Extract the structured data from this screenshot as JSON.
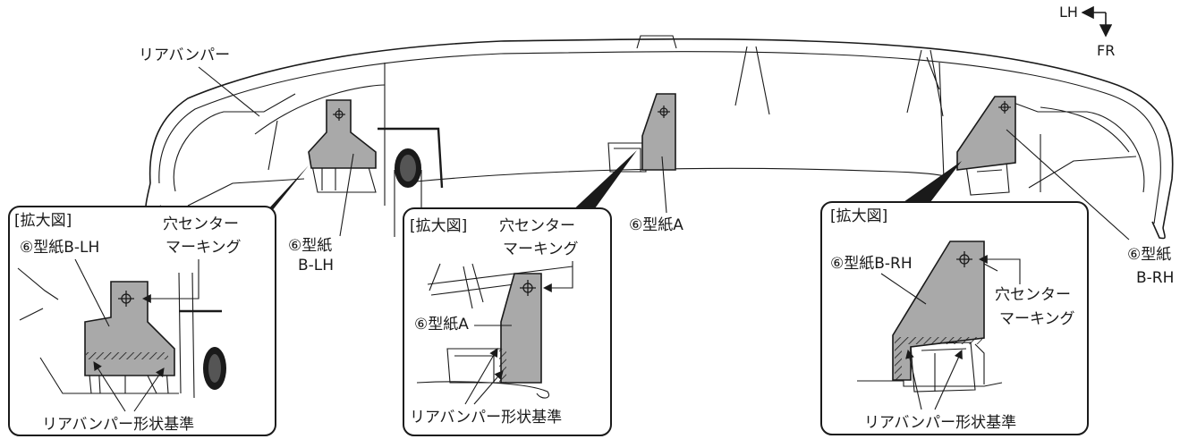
{
  "orientation": {
    "left_label": "LH",
    "down_label": "FR"
  },
  "main_view": {
    "bumper_label": "リアバンパー",
    "template_b_lh_line1": "⑥型紙",
    "template_b_lh_line2": "B-LH",
    "template_a": "⑥型紙A",
    "template_b_rh_line1": "⑥型紙",
    "template_b_rh_line2": "B-RH"
  },
  "detail_lh": {
    "title": "[拡大図]",
    "template_label": "⑥型紙B-LH",
    "hole_line1": "穴センター",
    "hole_line2": "マーキング",
    "reference": "リアバンパー形状基準"
  },
  "detail_center": {
    "title": "[拡大図]",
    "hole_line1": "穴センター",
    "hole_line2": "マーキング",
    "template_label": "⑥型紙A",
    "reference": "リアバンパー形状基準"
  },
  "detail_rh": {
    "title": "[拡大図]",
    "template_label": "⑥型紙B-RH",
    "hole_line1": "穴センター",
    "hole_line2": "マーキング",
    "reference": "リアバンパー形状基準"
  }
}
